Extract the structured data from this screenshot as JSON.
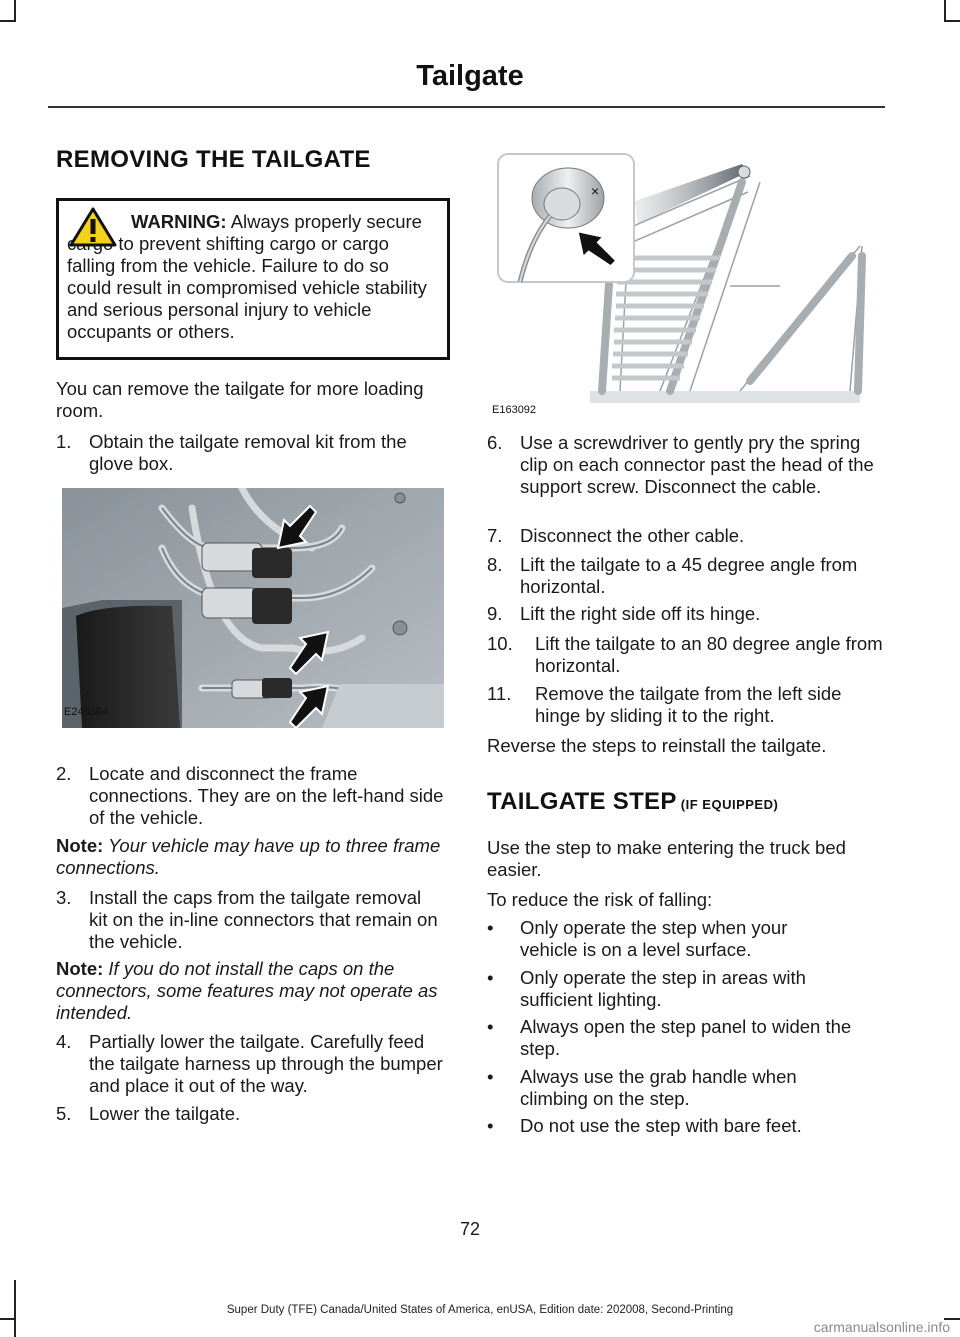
{
  "header": {
    "title": "Tailgate"
  },
  "removing": {
    "heading": "REMOVING THE TAILGATE",
    "warning_label": "WARNING:",
    "warning_text": " Always properly secure cargo to prevent shifting cargo or cargo falling from the vehicle. Failure to do so could result in compromised vehicle stability and serious personal injury to vehicle occupants or others.",
    "intro": "You can remove the tailgate for more loading room.",
    "steps": [
      {
        "num": "1.",
        "text": "Obtain the tailgate removal kit from the glove box."
      },
      {
        "num": "2.",
        "text": "Locate and disconnect the frame connections. They are on the left-hand side of the vehicle."
      },
      {
        "num": "3.",
        "text": "Install the caps from the tailgate removal kit on the in-line connectors that remain on the vehicle."
      },
      {
        "num": "4.",
        "text": "Partially lower the tailgate. Carefully feed the tailgate harness up through the bumper and place it out of the way."
      },
      {
        "num": "5.",
        "text": "Lower the tailgate."
      },
      {
        "num": "6.",
        "text": "Use a screwdriver to gently pry the spring clip on each connector past the head of the support screw. Disconnect the cable."
      },
      {
        "num": "7.",
        "text": "Disconnect the other cable."
      },
      {
        "num": "8.",
        "text": "Lift the tailgate to a 45 degree angle from horizontal."
      },
      {
        "num": "9.",
        "text": "Lift the right side off its hinge."
      },
      {
        "num": "10.",
        "text": "Lift the tailgate to an 80 degree angle from horizontal."
      },
      {
        "num": "11.",
        "text": "Remove the tailgate from the left side hinge by sliding it to the right."
      }
    ],
    "note1_label": "Note:",
    "note1_text": " Your vehicle may have up to three frame connections.",
    "note2_label": "Note:",
    "note2_text": " If you do not install the caps on the connectors, some features may not operate as intended.",
    "reverse": "Reverse the steps to reinstall the tailgate.",
    "figure1_label": "E248384",
    "figure2_label": "E163092"
  },
  "tailgate_step": {
    "heading": "TAILGATE STEP",
    "heading_suffix": " (IF EQUIPPED)",
    "intro": "Use the step to make entering the truck bed easier.",
    "risk": "To reduce the risk of falling:",
    "bullets": [
      "Only operate the step when your vehicle is on a level surface.",
      "Only operate the step in areas with sufficient lighting.",
      "Always open the step panel to widen the step.",
      "Always use the grab handle when climbing on the step.",
      "Do not use the step with bare feet."
    ]
  },
  "page": {
    "number": "72"
  },
  "footer": {
    "text": "Super Duty (TFE) Canada/United States of America, enUSA, Edition date: 202008, Second-Printing"
  },
  "watermark": {
    "text": "carmanualsonline.info"
  },
  "icons": {
    "warning": "warning-triangle-icon",
    "arrow": "pointer-arrow-icon"
  }
}
